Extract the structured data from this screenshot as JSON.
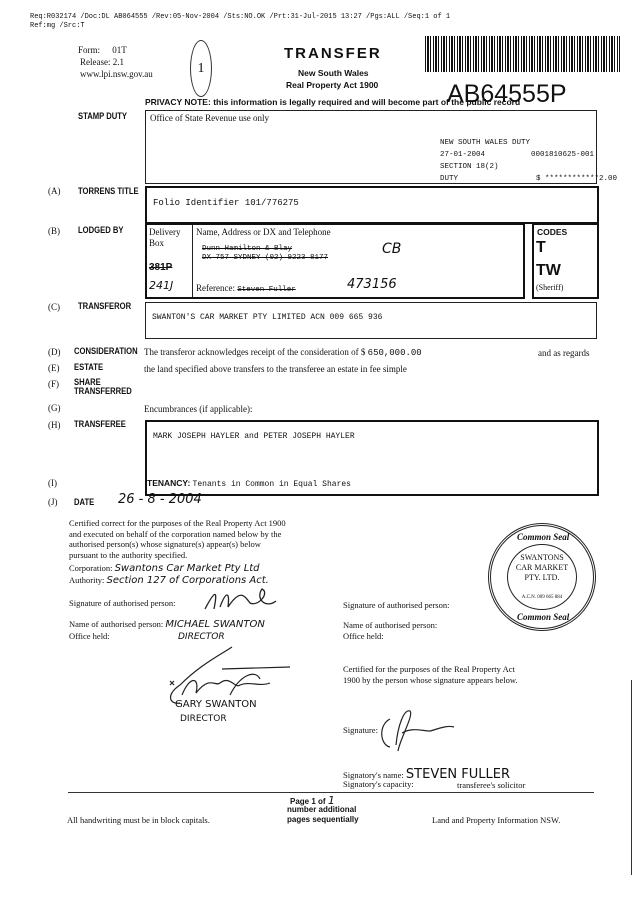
{
  "header": {
    "line1": "Req:R032174 /Doc:DL AB064555 /Rev:05-Nov-2004 /Sts:NO.OK  /Prt:31-Jul-2015 13:27 /Pgs:ALL /Seq:1 of 1",
    "line2": "Ref:mg /Src:T"
  },
  "form": {
    "form_label": "Form:",
    "form_value": "01T",
    "release_label": "Release:",
    "release_value": "2.1",
    "website": "www.lpi.nsw.gov.au",
    "circled_number": "1"
  },
  "title": {
    "main": "TRANSFER",
    "state": "New South Wales",
    "act": "Real Property Act 1900"
  },
  "dealing_number": "AB64555P",
  "privacy_note": {
    "label": "PRIVACY NOTE:",
    "text": "this information is legally required and will become part of the public record"
  },
  "stamp_duty": {
    "label": "STAMP DUTY",
    "office_use": "Office of State Revenue use only",
    "duty_lines": [
      "NEW SOUTH WALES DUTY",
      "27-01-2004",
      "SECTION 18(2)",
      "DUTY"
    ],
    "reference": "0001810625-001",
    "amount": "$ ************2.00"
  },
  "torrens_title": {
    "letter": "(A)",
    "label": "TORRENS TITLE",
    "value": "Folio Identifier 101/776275"
  },
  "lodged_by": {
    "letter": "(B)",
    "label": "LODGED BY",
    "delivery_box": "Delivery Box",
    "box_number_struck": "381P",
    "box_number_hand": "241J",
    "name_header": "Name, Address or DX and Telephone",
    "struck_name": "Dunn Hamilton & Blay",
    "struck_address": "DX 757 SYDNEY (02) 9223 8177",
    "hand_code": "CB",
    "reference_label": "Reference:",
    "reference_struck": "Steven Fuller",
    "reference_hand": "473156",
    "codes_label": "CODES",
    "code1": "T",
    "code2": "TW",
    "code2_note": "(Sheriff)"
  },
  "transferor": {
    "letter": "(C)",
    "label": "TRANSFEROR",
    "value": "SWANTON'S CAR MARKET PTY LIMITED ACN 009 665 936"
  },
  "consideration": {
    "letter": "(D)",
    "label": "CONSIDERATION",
    "text": "The transferor acknowledges receipt of the consideration of $",
    "amount": "650,000.00",
    "tail": "and as regards"
  },
  "estate": {
    "letter": "(E)",
    "label": "ESTATE",
    "text": "the land specified above transfers to the transferee an estate in fee simple"
  },
  "share": {
    "letter": "(F)",
    "label1": "SHARE",
    "label2": "TRANSFERRED"
  },
  "encumbrances": {
    "letter": "(G)",
    "text": "Encumbrances (if applicable):"
  },
  "transferee": {
    "letter": "(H)",
    "label": "TRANSFEREE",
    "value": "MARK JOSEPH HAYLER and PETER JOSEPH HAYLER"
  },
  "tenancy": {
    "letter": "(I)",
    "label": "TENANCY:",
    "value": "Tenants in Common in Equal Shares"
  },
  "date": {
    "letter": "(J)",
    "label": "DATE",
    "value": "26 - 8 - 2004"
  },
  "execution_left": {
    "cert_lines": [
      "Certified correct for the purposes of the Real Property Act 1900",
      "and executed on behalf of the corporation named below by the",
      "authorised person(s) whose signature(s) appear(s) below",
      "pursuant to the authority specified."
    ],
    "corporation_label": "Corporation:",
    "corporation_value": "Swantons Car Market Pty Ltd",
    "authority_label": "Authority:",
    "authority_value": "Section 127 of Corporations Act.",
    "signature_label": "Signature of authorised person:",
    "name_label": "Name of authorised person:",
    "name_value": "MICHAEL SWANTON",
    "office_label": "Office held:",
    "office_value": "DIRECTOR",
    "second_name": "GARY SWANTON",
    "second_office": "DIRECTOR"
  },
  "execution_right": {
    "signature_label": "Signature of authorised person:",
    "name_label": "Name of authorised person:",
    "office_label": "Office held:",
    "cert_lines": [
      "Certified for the purposes of the Real Property Act",
      "1900 by the person whose signature appears below."
    ],
    "signature2_label": "Signature:",
    "signatory_name_label": "Signatory's name:",
    "signatory_name_value": "STEVEN FULLER",
    "signatory_capacity_label": "Signatory's capacity:",
    "signatory_capacity_value": "transferee's solicitor"
  },
  "seal": {
    "top": "Common Seal",
    "line1": "SWANTONS",
    "line2": "CAR MARKET",
    "line3": "PTY. LTD.",
    "acn": "A.C.N. 009 665 884",
    "bottom": "Common Seal"
  },
  "footer": {
    "left": "All handwriting must be in block capitals.",
    "page_of": "Page 1 of",
    "page_count": "1",
    "page_note1": "number additional",
    "page_note2": "pages sequentially",
    "right": "Land and Property Information NSW."
  }
}
